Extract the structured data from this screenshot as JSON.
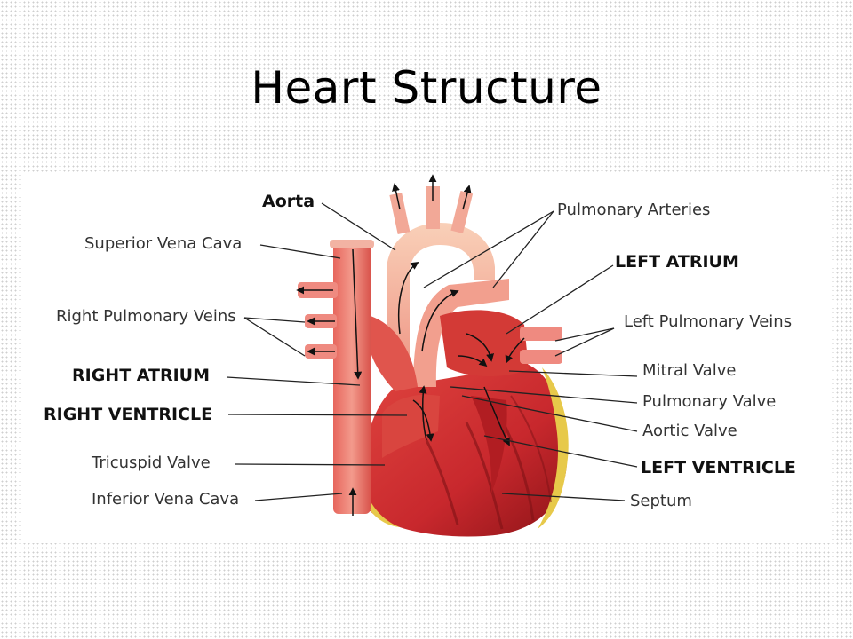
{
  "slide": {
    "title": "Heart Structure"
  },
  "labels": {
    "aorta": "Aorta",
    "superior_vena_cava": "Superior Vena Cava",
    "right_pulmonary_veins": "Right Pulmonary Veins",
    "right_atrium": "RIGHT ATRIUM",
    "right_ventricle": "RIGHT VENTRICLE",
    "tricuspid_valve": "Tricuspid Valve",
    "inferior_vena_cava": "Inferior Vena Cava",
    "pulmonary_arteries": "Pulmonary Arteries",
    "left_atrium": "LEFT ATRIUM",
    "left_pulmonary_veins": "Left Pulmonary Veins",
    "mitral_valve": "Mitral Valve",
    "pulmonary_valve": "Pulmonary Valve",
    "aortic_valve": "Aortic Valve",
    "left_ventricle": "LEFT VENTRICLE",
    "septum": "Septum"
  },
  "colors": {
    "muscle": "#c8282d",
    "muscle_dark": "#8e1418",
    "vessel_pink": "#ef8a80",
    "vessel_light": "#f7c4ad",
    "fat_yellow": "#e7c94a",
    "leader_line": "#222222"
  }
}
